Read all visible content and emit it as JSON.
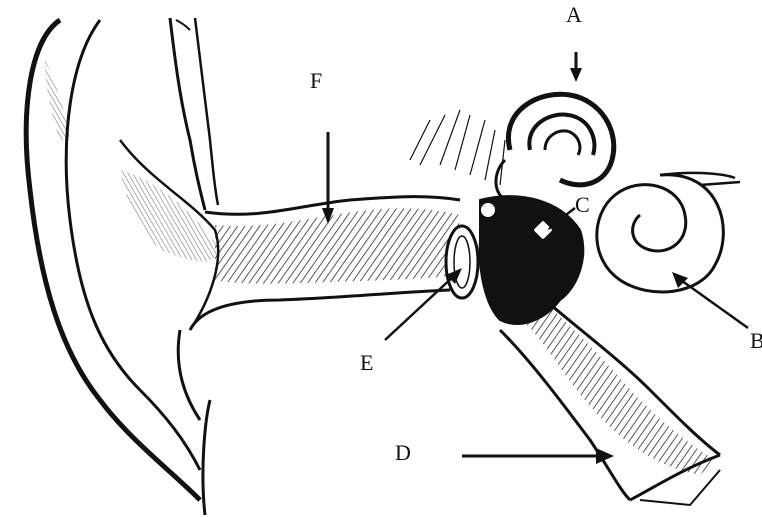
{
  "labels": {
    "a": "A",
    "b": "B",
    "c": "C",
    "d": "D",
    "e": "E",
    "f": "F"
  },
  "colors": {
    "ink": "#111111",
    "paper": "#ffffff"
  }
}
